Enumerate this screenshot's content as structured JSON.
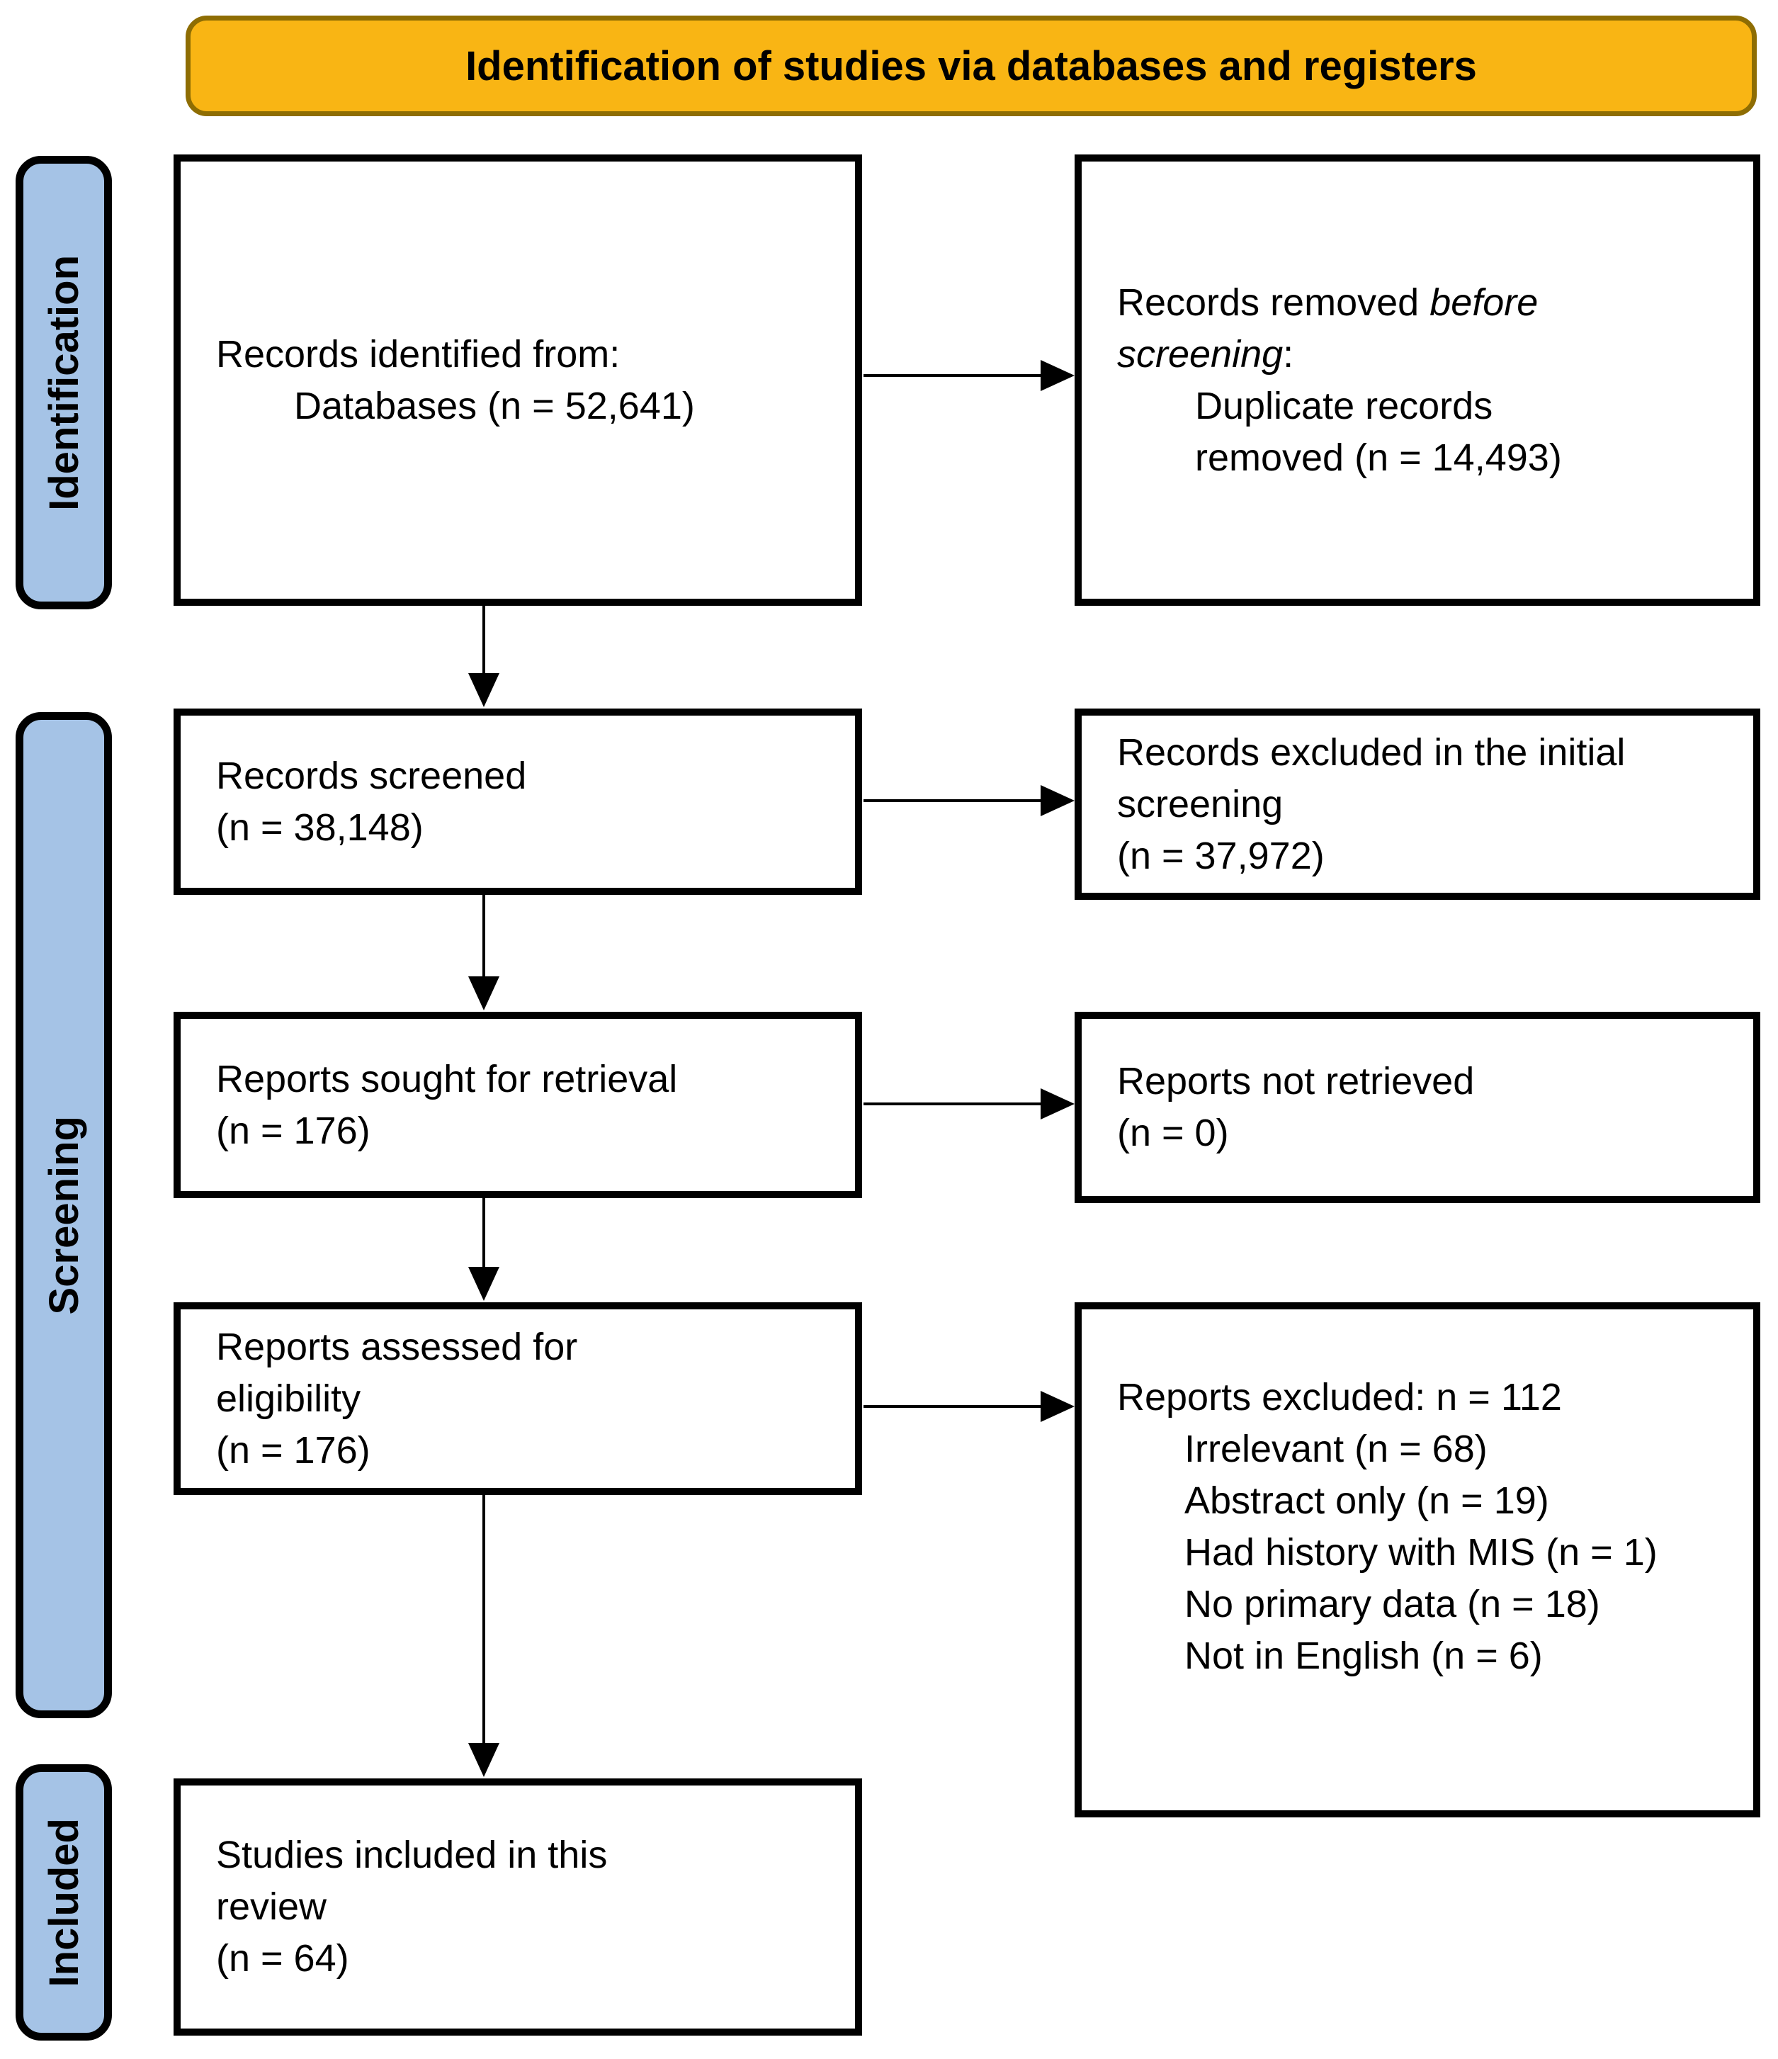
{
  "banner": {
    "title": "Identification of studies via databases and registers"
  },
  "stages": {
    "identification": "Identification",
    "screening": "Screening",
    "included": "Included"
  },
  "boxes": {
    "records_identified": {
      "line1": "Records identified from:",
      "line2": "Databases (n = 52,641)"
    },
    "records_removed": {
      "line1_normal": "Records removed",
      "line1_italic": "before",
      "line2_italic": "screening",
      "line2_suffix": ":",
      "sub_line1": "Duplicate records",
      "sub_line2": "removed (n = 14,493)"
    },
    "records_screened": {
      "line1": "Records screened",
      "line2": "(n = 38,148)"
    },
    "records_excluded": {
      "line1": "Records excluded in the initial",
      "line2": "screening",
      "line3": "(n = 37,972)"
    },
    "reports_sought": {
      "line1": "Reports sought for retrieval",
      "line2": "(n = 176)"
    },
    "reports_not_retrieved": {
      "line1": "Reports not retrieved",
      "line2": "(n = 0)"
    },
    "reports_assessed": {
      "line1": "Reports assessed for",
      "line2": "eligibility",
      "line3": "(n = 176)"
    },
    "reports_excluded": {
      "header": "Reports excluded: n = 112",
      "items": [
        "Irrelevant (n = 68)",
        "Abstract only (n = 19)",
        "Had history with MIS (n = 1)",
        "No primary data (n = 18)",
        "Not in English (n = 6)"
      ]
    },
    "studies_included": {
      "line1": "Studies included in this",
      "line2": "review",
      "line3": "(n = 64)"
    }
  },
  "colors": {
    "banner_fill": "#F9B514",
    "banner_border": "#8E6D03",
    "stage_fill": "#A5C3E6",
    "box_border": "#000000",
    "arrow": "#000000"
  }
}
